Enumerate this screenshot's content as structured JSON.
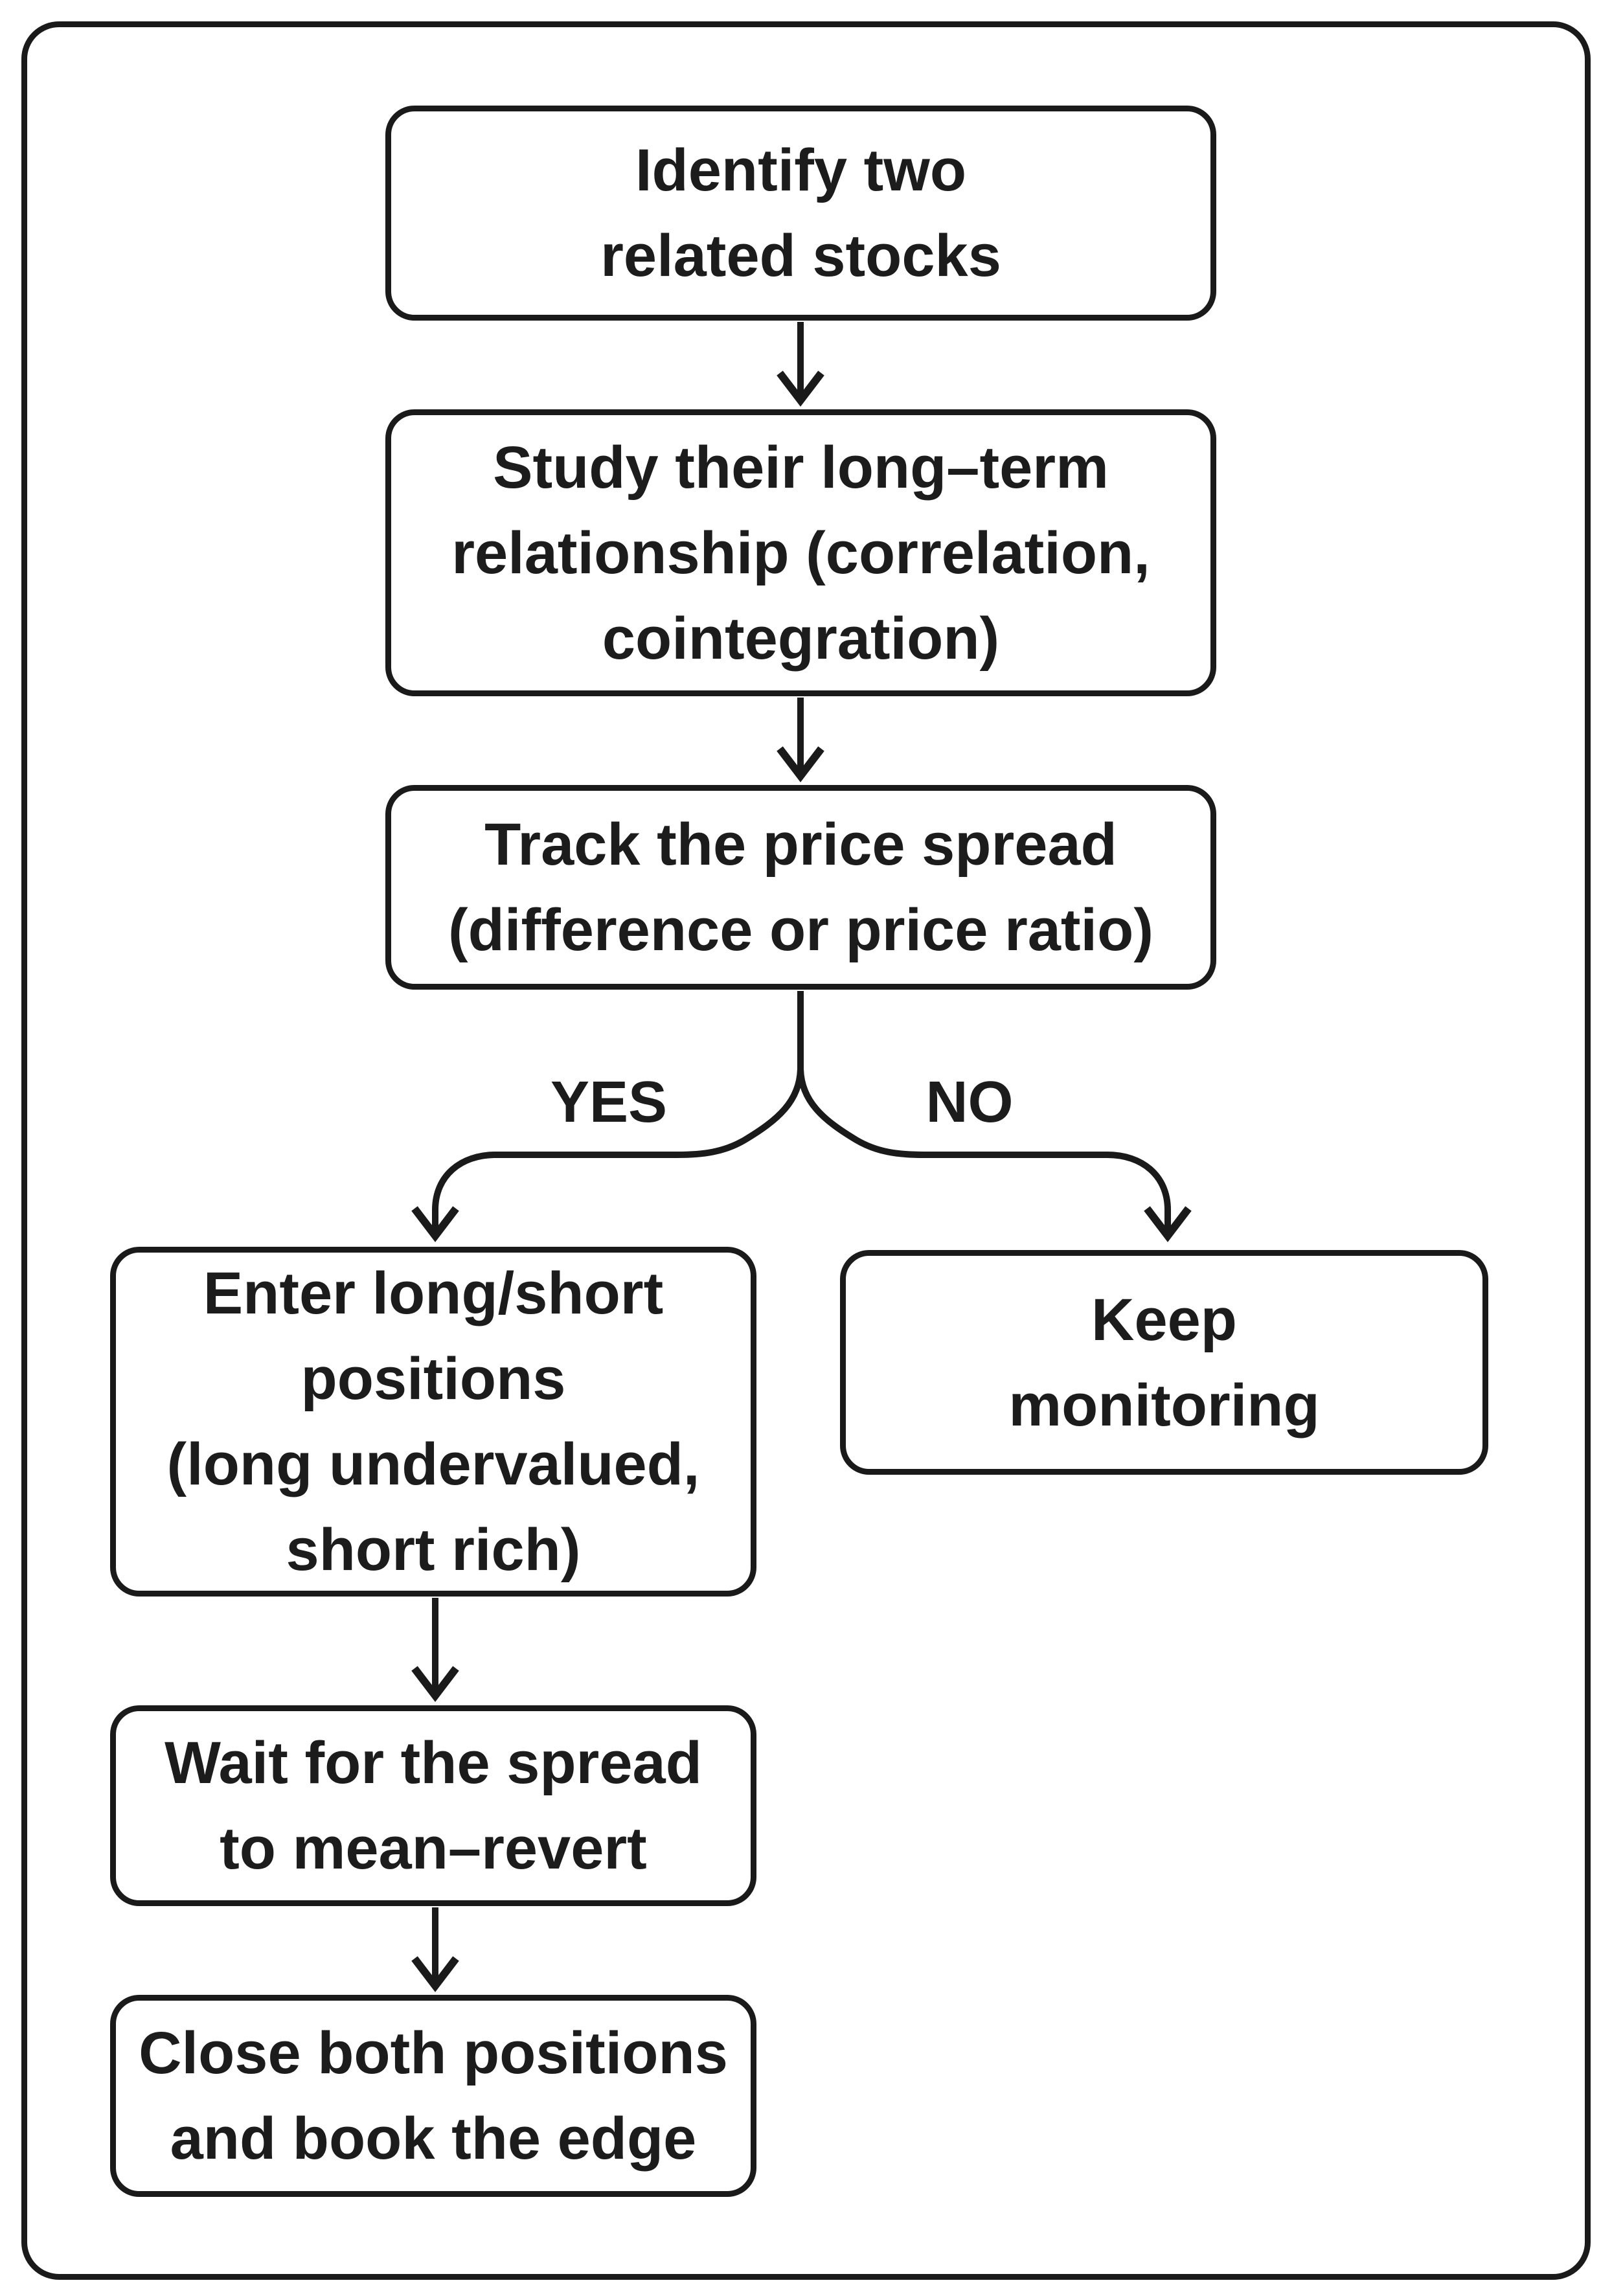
{
  "page": {
    "background": "#ffffff",
    "stroke_color": "#1a1a1a",
    "text_color": "#1c1c1c"
  },
  "flowchart": {
    "nodes": {
      "identify": {
        "lines": [
          "Identify two",
          "related stocks"
        ]
      },
      "study": {
        "lines": [
          "Study their long–term",
          "relationship (correlation,",
          "cointegration)"
        ]
      },
      "track": {
        "lines": [
          "Track the price spread",
          "(difference or price ratio)"
        ]
      },
      "enter": {
        "lines": [
          "Enter long/short",
          "positions",
          "(long undervalued,",
          "short rich)"
        ]
      },
      "monitor": {
        "lines": [
          "Keep",
          "monitoring"
        ]
      },
      "wait": {
        "lines": [
          "Wait for the spread",
          "to mean–revert"
        ]
      },
      "close": {
        "lines": [
          "Close both positions",
          "and book the edge"
        ]
      }
    },
    "branch": {
      "yes_label": "YES",
      "no_label": "NO"
    }
  }
}
